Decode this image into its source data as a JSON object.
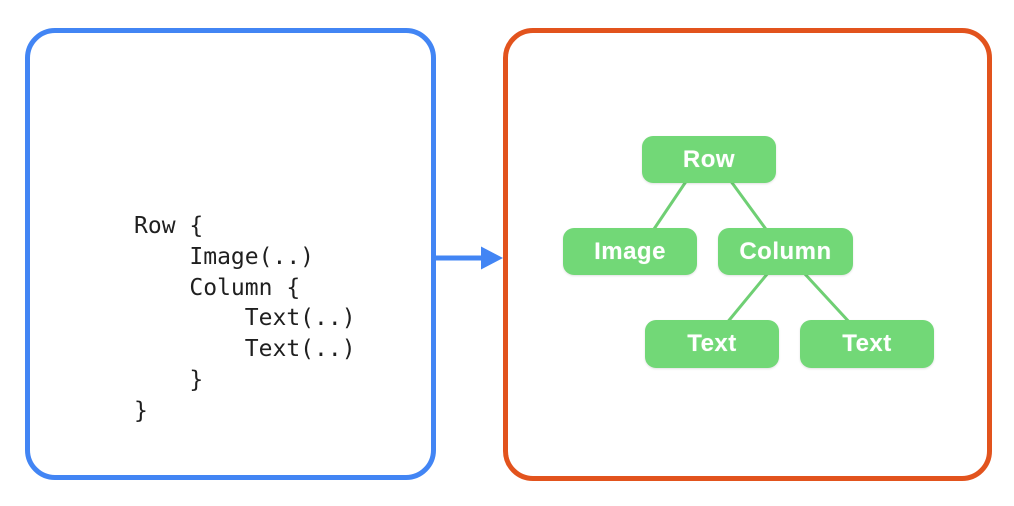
{
  "figure": {
    "left_panel": {
      "kind": "code-snippet",
      "border_color": "#4285F4",
      "code_lines": [
        "Row {",
        "    Image(..)",
        "    Column {",
        "        Text(..)",
        "        Text(..)",
        "    }",
        "}"
      ]
    },
    "arrow": {
      "direction": "right",
      "color": "#4285F4"
    },
    "right_panel": {
      "kind": "ui-tree",
      "border_color": "#E2531D",
      "tree": {
        "node_fill_color": "#72D877",
        "edge_color": "#6FCF74",
        "label_color": "#FFFFFF",
        "nodes": [
          {
            "id": "row",
            "label": "Row",
            "parent": null
          },
          {
            "id": "image",
            "label": "Image",
            "parent": "row"
          },
          {
            "id": "column",
            "label": "Column",
            "parent": "row"
          },
          {
            "id": "text1",
            "label": "Text",
            "parent": "column"
          },
          {
            "id": "text2",
            "label": "Text",
            "parent": "column"
          }
        ],
        "edges": [
          [
            "row",
            "image"
          ],
          [
            "row",
            "column"
          ],
          [
            "column",
            "text1"
          ],
          [
            "column",
            "text2"
          ]
        ]
      }
    }
  }
}
